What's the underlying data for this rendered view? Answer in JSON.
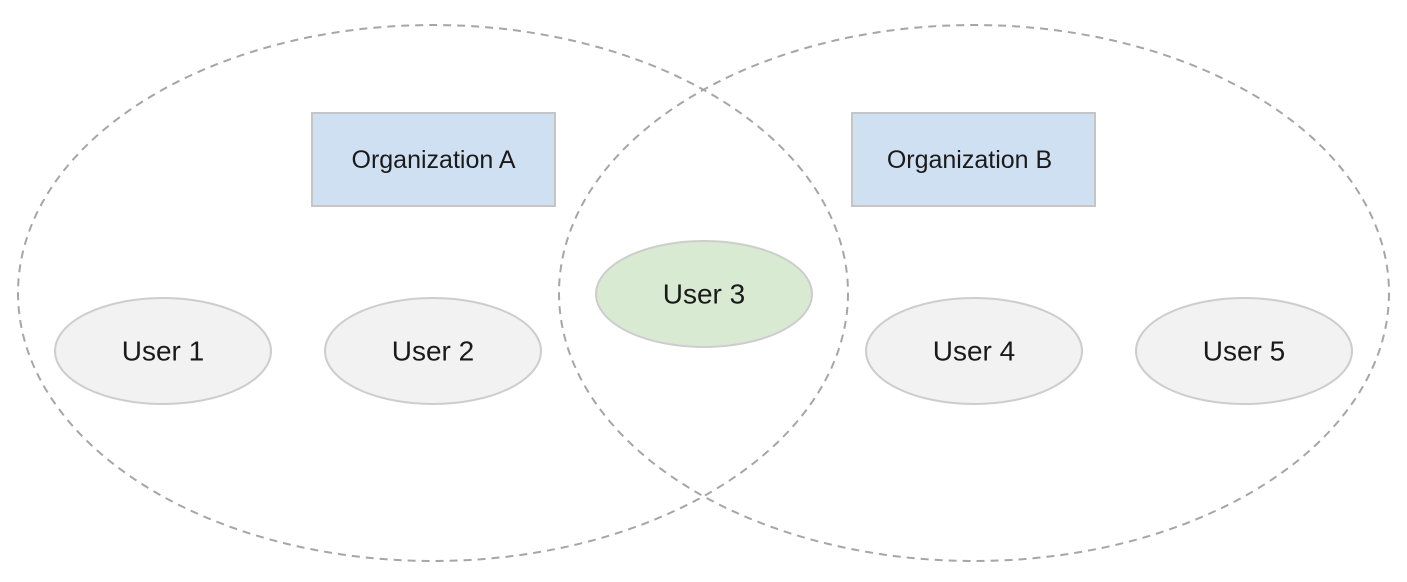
{
  "colors": {
    "boundary_stroke": "#a6a6a6",
    "org_fill": "#cfe0f2",
    "org_stroke": "#c5c5c5",
    "user_fill": "#f2f2f2",
    "user_stroke": "#cdcdcd",
    "shared_user_fill": "#d9ead3",
    "shared_user_stroke": "#c8d6c2",
    "text": "#1a1a1a"
  },
  "organizations": [
    {
      "label": "Organization A"
    },
    {
      "label": "Organization B"
    }
  ],
  "users": [
    {
      "label": "User 1",
      "member_of": [
        "Organization A"
      ]
    },
    {
      "label": "User 2",
      "member_of": [
        "Organization A"
      ]
    },
    {
      "label": "User 3",
      "member_of": [
        "Organization A",
        "Organization B"
      ]
    },
    {
      "label": "User 4",
      "member_of": [
        "Organization B"
      ]
    },
    {
      "label": "User 5",
      "member_of": [
        "Organization B"
      ]
    }
  ]
}
